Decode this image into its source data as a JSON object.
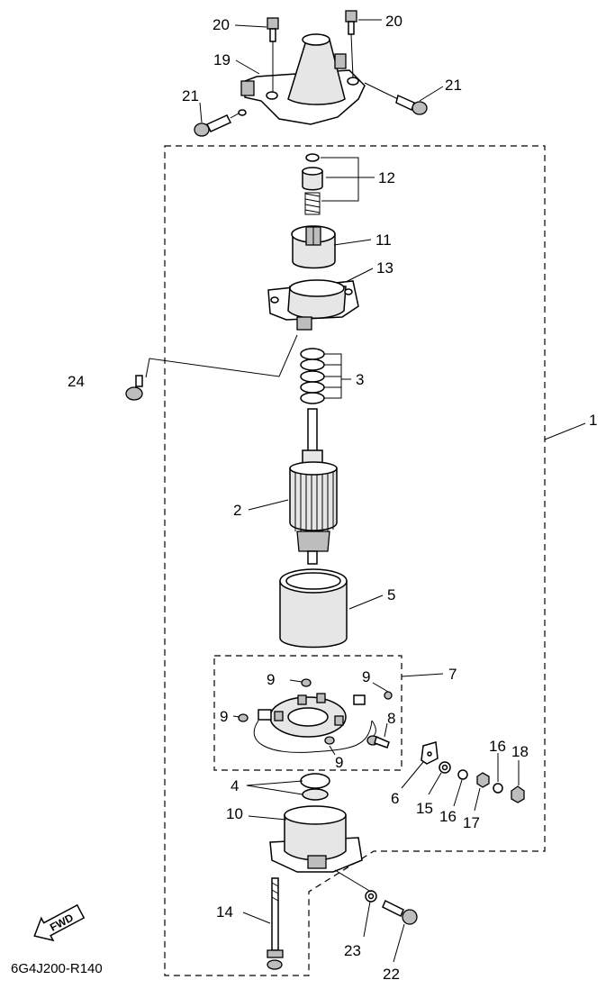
{
  "diagram": {
    "drawing_code": "6G4J200-R140",
    "fwd_label": "FWD",
    "callouts": {
      "c1": "1",
      "c2": "2",
      "c3": "3",
      "c4": "4",
      "c5": "5",
      "c6": "6",
      "c7": "7",
      "c8": "8",
      "c9a": "9",
      "c9b": "9",
      "c9c": "9",
      "c9d": "9",
      "c10": "10",
      "c11": "11",
      "c12": "12",
      "c13": "13",
      "c14": "14",
      "c15": "15",
      "c16a": "16",
      "c16b": "16",
      "c17": "17",
      "c18": "18",
      "c19": "19",
      "c20a": "20",
      "c20b": "20",
      "c21a": "21",
      "c21b": "21",
      "c22": "22",
      "c23": "23",
      "c24": "24"
    }
  }
}
